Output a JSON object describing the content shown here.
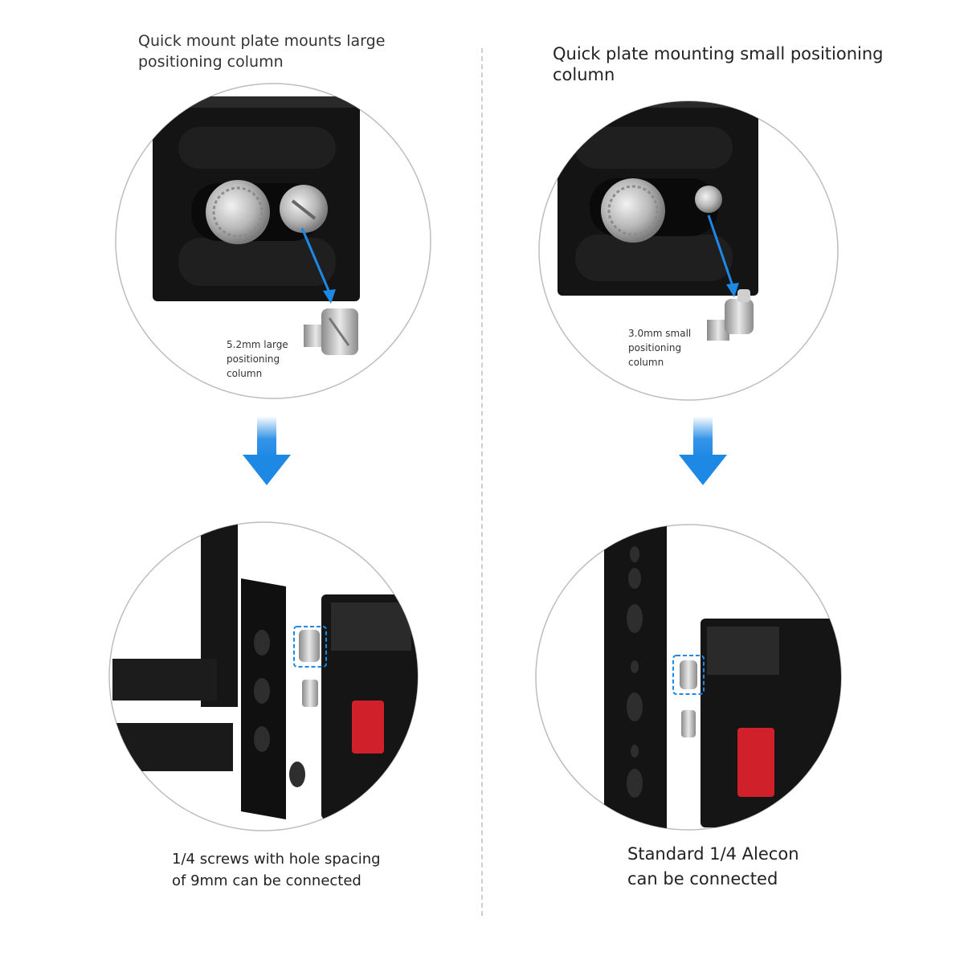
{
  "panels": {
    "left": {
      "title": "Quick mount plate mounts large positioning column",
      "callout_label": "5.2mm large positioning column",
      "caption": "1/4 screws with hole spacing of 9mm can be connected"
    },
    "right": {
      "title": "Quick plate mounting small positioning column",
      "callout_label": "3.0mm small positioning column",
      "caption": "Standard 1/4 Alecon can be connected"
    }
  },
  "colors": {
    "arrow_blue": "#1e88e5",
    "plate_black": "#111111",
    "knob_red": "#d0202a",
    "divider": "#cfcfcf"
  }
}
